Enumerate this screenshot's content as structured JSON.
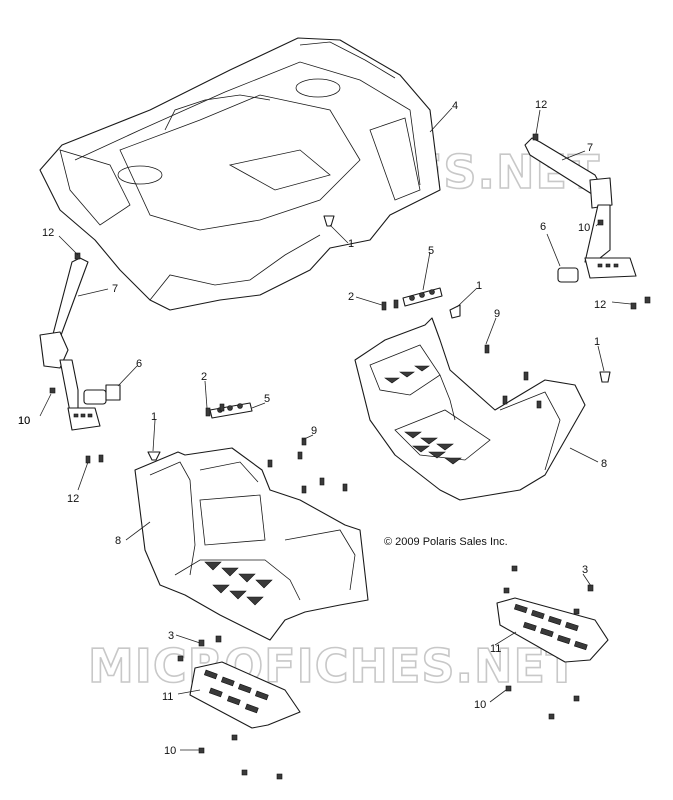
{
  "copyright": "© 2009 Polaris Sales Inc.",
  "watermarks": [
    "MICROFICHES.NET",
    "MICROFICHES.NET"
  ],
  "callout_labels": {
    "c1": "4",
    "c2": "12",
    "c3": "7",
    "c4": "12",
    "c5": "7",
    "c6": "10",
    "c7": "6",
    "c8": "1",
    "c9": "5",
    "c10": "2",
    "c11": "1",
    "c12": "9",
    "c13": "12",
    "c14": "10",
    "c15": "6",
    "c16": "2",
    "c17": "1",
    "c18": "5",
    "c19": "9",
    "c20": "1",
    "c21": "8",
    "c22": "12",
    "c23": "10",
    "c24": "8",
    "c25": "3",
    "c26": "11",
    "c27": "3",
    "c28": "11",
    "c29": "10",
    "c30": "10"
  }
}
